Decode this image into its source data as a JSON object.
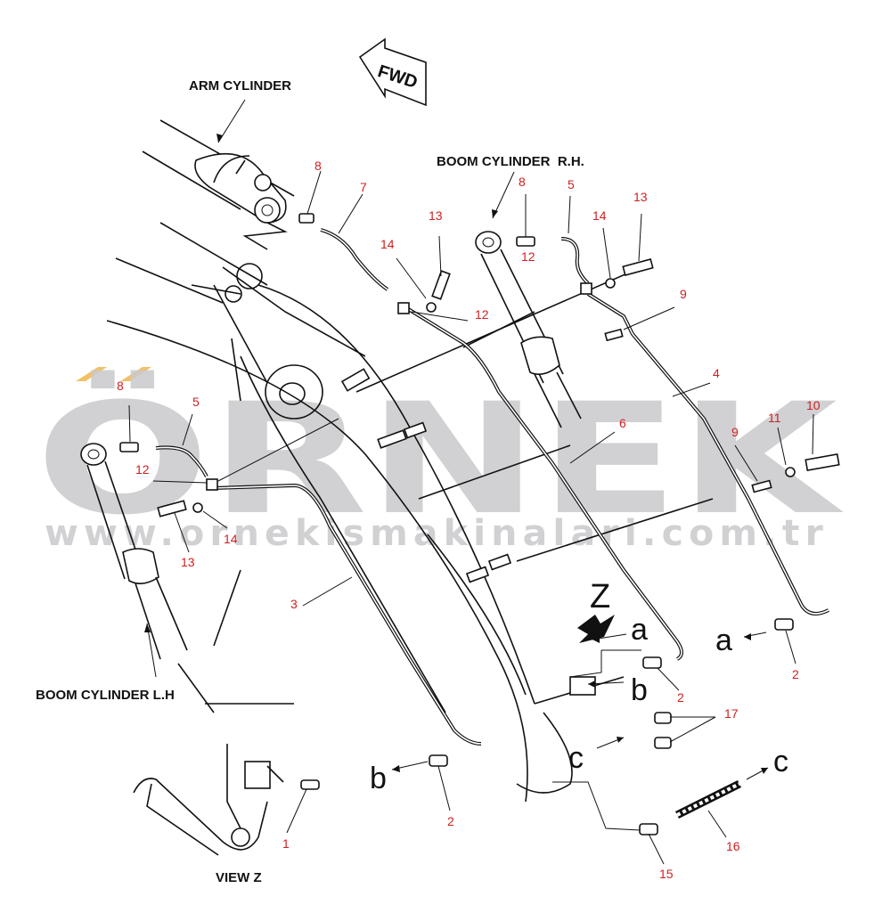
{
  "watermark": {
    "brand": "ÖRNEK",
    "url": "www.ornekismakinalari.com.tr",
    "color": "#c9c9cc",
    "accent": "#f2c066"
  },
  "labels": {
    "arm_cylinder": "ARM CYLINDER",
    "boom_cylinder_rh": "BOOM CYLINDER  R.H.",
    "boom_cylinder_lh": "BOOM CYLINDER L.H",
    "view_z": "VIEW Z",
    "fwd": "FWD",
    "z": "Z"
  },
  "part_numbers": {
    "p8_arm": "8",
    "p7": "7",
    "p13_mid": "13",
    "p14_mid": "14",
    "p12_mid": "12",
    "p8_rh": "8",
    "p12_rh": "12",
    "p5_rh": "5",
    "p14_rh": "14",
    "p13_rh": "13",
    "p9_top": "9",
    "p4": "4",
    "p6": "6",
    "p10": "10",
    "p11": "11",
    "p9_low": "9",
    "p8_lh": "8",
    "p5_lh": "5",
    "p12_lh": "12",
    "p13_lh": "13",
    "p14_lh": "14",
    "p3": "3",
    "p2_a": "2",
    "p2_b": "2",
    "p2_bottom": "2",
    "p17": "17",
    "p16": "16",
    "p15": "15",
    "p1": "1"
  },
  "connection_letters": {
    "a_center": "a",
    "a_right": "a",
    "b_center": "b",
    "b_left": "b",
    "c_center": "c",
    "c_right": "c"
  },
  "colors": {
    "line": "#111111",
    "part_number": "#d02020"
  }
}
